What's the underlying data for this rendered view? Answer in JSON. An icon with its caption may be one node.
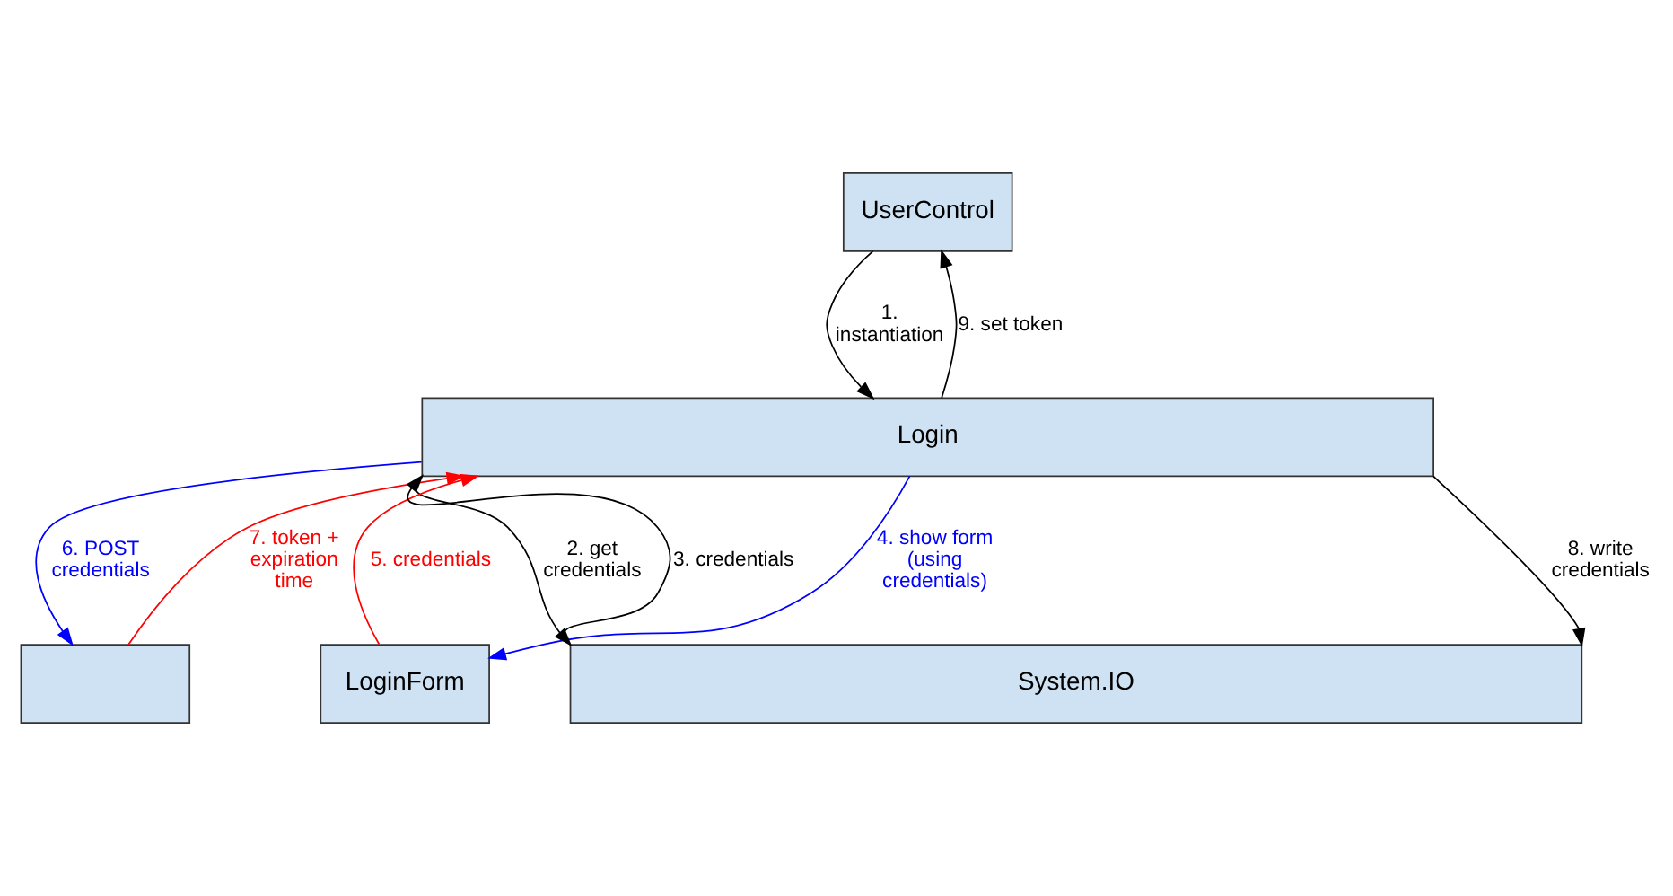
{
  "diagram": {
    "nodes": [
      {
        "text": [
          "UserControl"
        ]
      },
      {
        "text": [
          "Login"
        ]
      },
      {
        "text": [
          "LoginForm"
        ]
      },
      {
        "text": [],
        "shape": "box"
      },
      {
        "text": [
          "System.IO"
        ]
      }
    ],
    "edges": [
      {
        "from": 0,
        "to": 1,
        "arrow": "to",
        "label": "1. instantiation"
      },
      {
        "from": 1,
        "to": 0,
        "arrow": "to",
        "label": "9. set token"
      },
      {
        "from": 1,
        "to": 4,
        "arrow": "to",
        "label": "2. get credentials"
      },
      {
        "from": 4,
        "to": 1,
        "arrow": "to",
        "label": "3. credentials"
      },
      {
        "from": 1,
        "to": 2,
        "arrow": "to",
        "label": "4. show form (using credentials)",
        "color": "#0000ff"
      },
      {
        "from": 2,
        "to": 1,
        "arrow": "to",
        "label": "5. credentials",
        "color": "#ff0000"
      },
      {
        "from": 1,
        "to": 3,
        "arrow": "to",
        "label": "6. POST credentials",
        "color": "#0000ff"
      },
      {
        "from": 3,
        "to": 1,
        "arrow": "to",
        "label": "7. token + expiration time",
        "color": "#ff0000"
      },
      {
        "from": 1,
        "to": 4,
        "arrow": "to",
        "label": "8. write credentials"
      }
    ]
  }
}
